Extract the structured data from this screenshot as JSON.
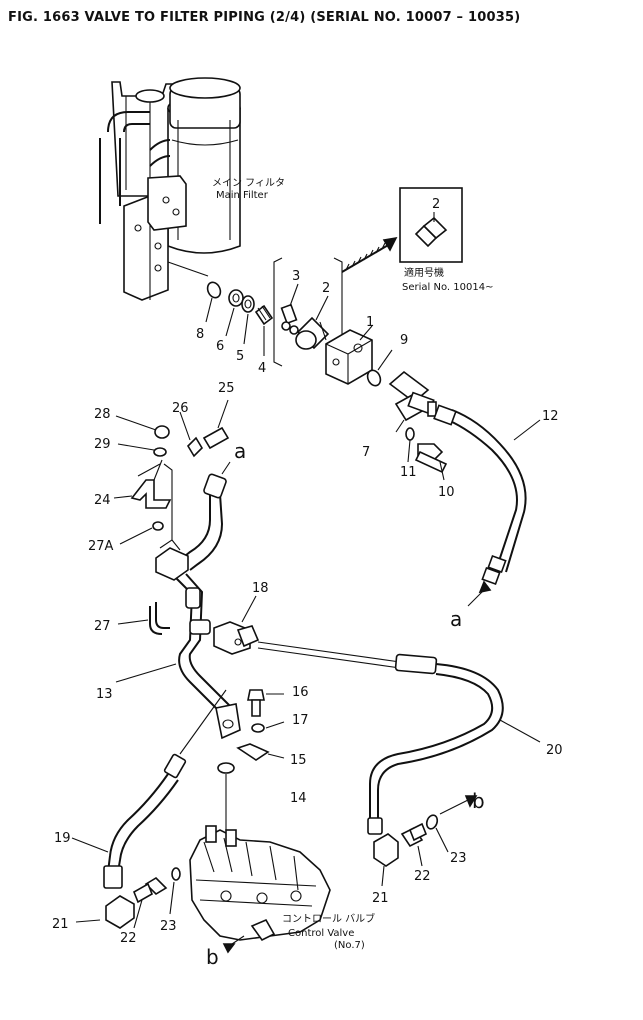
{
  "title": "FIG. 1663  VALVE TO FILTER PIPING (2/4) (SERIAL NO. 10007 – 10035)",
  "main_filter": {
    "jp": "メイン フィルタ",
    "en": "Main Filter"
  },
  "control_valve": {
    "jp": "コントロール バルブ",
    "en": "Control Valve",
    "no": "(No.7)"
  },
  "serial_inset": {
    "jp": "適用号機",
    "en": "Serial No. 10014~",
    "part": "2"
  },
  "parts": {
    "p1": "1",
    "p2": "2",
    "p3": "3",
    "p4": "4",
    "p5": "5",
    "p6": "6",
    "p7": "7",
    "p8": "8",
    "p9": "9",
    "p10": "10",
    "p11": "11",
    "p12": "12",
    "p13": "13",
    "p14": "14",
    "p15": "15",
    "p16": "16",
    "p17": "17",
    "p18": "18",
    "p19": "19",
    "p20": "20",
    "p21a": "21",
    "p21b": "21",
    "p22a": "22",
    "p22b": "22",
    "p23a": "23",
    "p23b": "23",
    "p24": "24",
    "p25": "25",
    "p26": "26",
    "p27": "27",
    "p27a": "27A",
    "p28": "28",
    "p29": "29"
  },
  "refs": {
    "a_top": "a",
    "a_bottom": "a",
    "b_right": "b",
    "b_bottom": "b"
  }
}
